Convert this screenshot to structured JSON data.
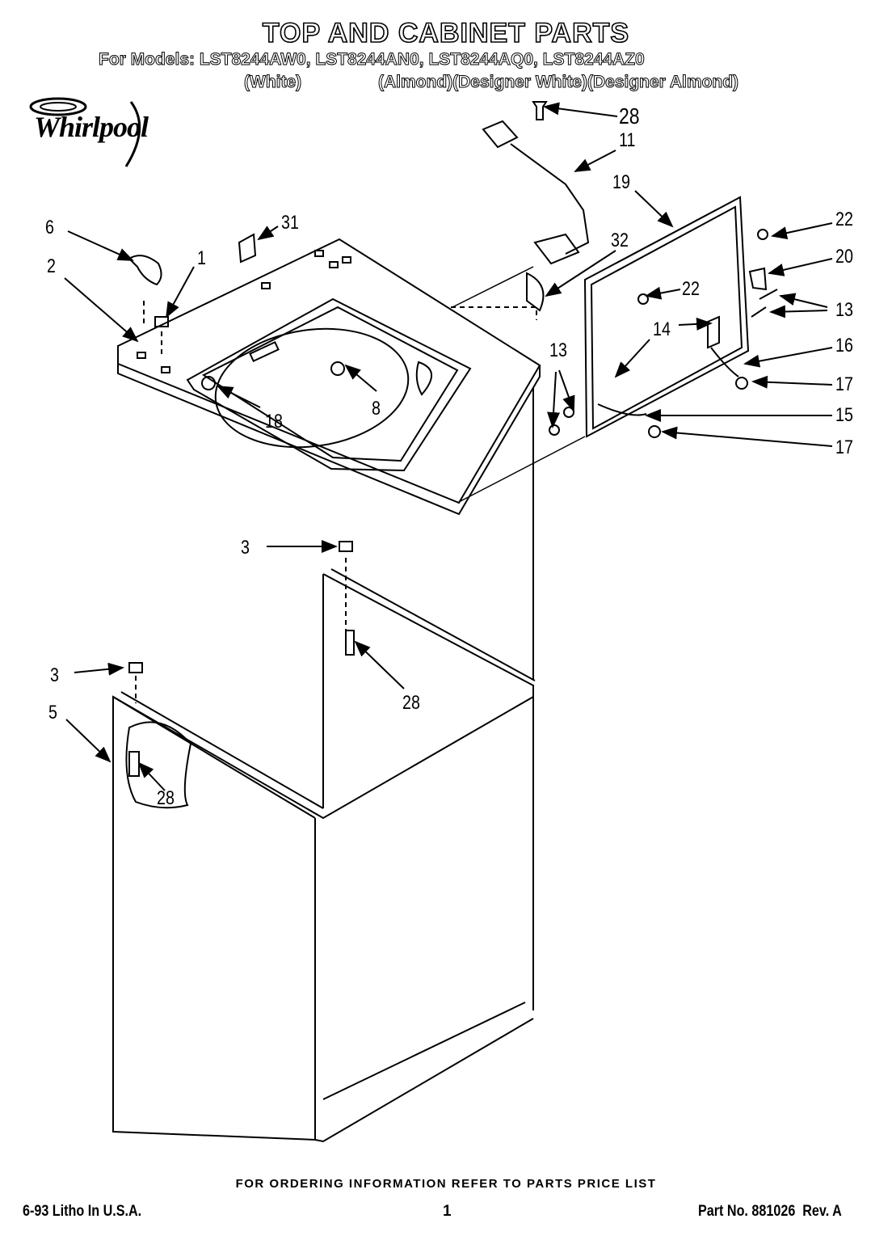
{
  "header": {
    "title": "TOP AND CABINET PARTS",
    "models_line": "For Models: LST8244AW0, LST8244AN0, LST8244AQ0, LST8244AZ0",
    "color_white": "(White)",
    "color_others": "(Almond)(Designer White)(Designer Almond)"
  },
  "brand": {
    "logo_text": "Whirlpool"
  },
  "callouts": {
    "c28_top": "28",
    "c11": "11",
    "c19": "19",
    "c22_right": "22",
    "c20": "20",
    "c22_inner": "22",
    "c13_right": "13",
    "c16": "16",
    "c17_upper": "17",
    "c15": "15",
    "c17_lower": "17",
    "c14": "14",
    "c13_left": "13",
    "c32": "32",
    "c31": "31",
    "c6": "6",
    "c1": "1",
    "c2": "2",
    "c8": "8",
    "c18": "18",
    "c3_upper": "3",
    "c28_mid": "28",
    "c3_lower": "3",
    "c5": "5",
    "c28_low": "28"
  },
  "footer": {
    "ordering_info": "FOR ORDERING INFORMATION REFER TO PARTS PRICE LIST",
    "litho": "6-93 Litho In U.S.A.",
    "page": "1",
    "part_no": "Part No. 881026  Rev. A"
  }
}
